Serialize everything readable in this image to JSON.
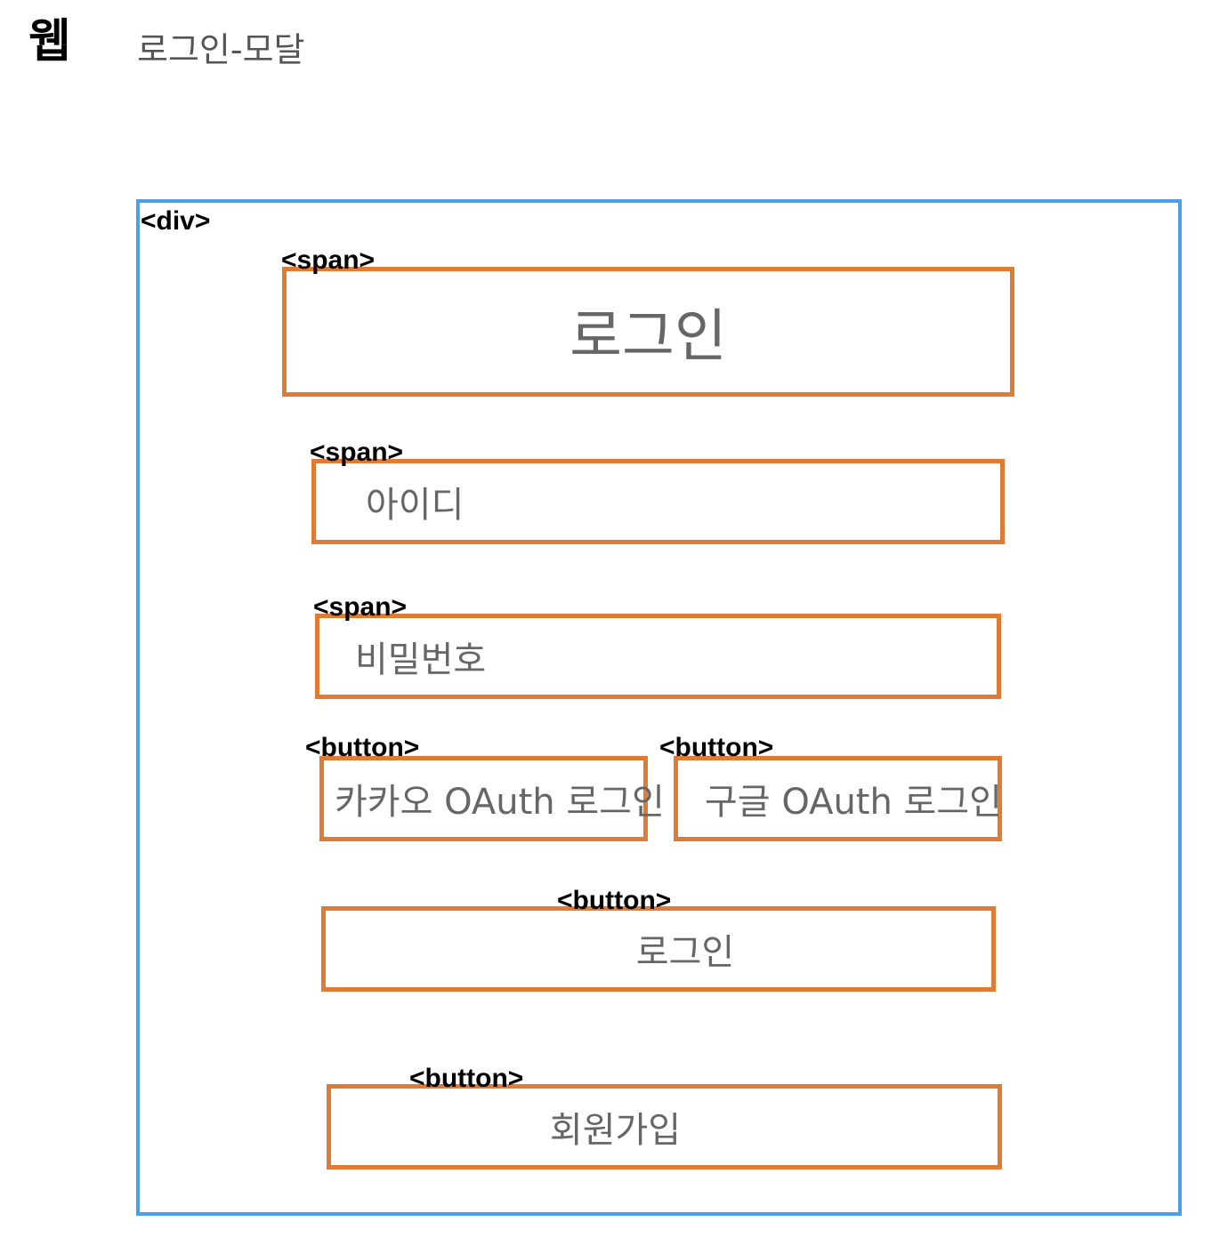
{
  "header": {
    "title": "웹",
    "subtitle": "로그인-모달"
  },
  "container": {
    "tag": "<div>"
  },
  "elements": {
    "title_span": {
      "tag": "<span>",
      "label": "로그인"
    },
    "id_span": {
      "tag": "<span>",
      "label": "아이디"
    },
    "password_span": {
      "tag": "<span>",
      "label": "비밀번호"
    },
    "kakao_button": {
      "tag": "<button>",
      "label": "카카오 OAuth 로그인"
    },
    "google_button": {
      "tag": "<button>",
      "label": "구글 OAuth 로그인"
    },
    "login_button": {
      "tag": "<button>",
      "label": "로그인"
    },
    "signup_button": {
      "tag": "<button>",
      "label": "회원가입"
    }
  },
  "colors": {
    "container_border": "#4A9EEA",
    "element_border": "#E07B35",
    "element_text": "#666666"
  }
}
